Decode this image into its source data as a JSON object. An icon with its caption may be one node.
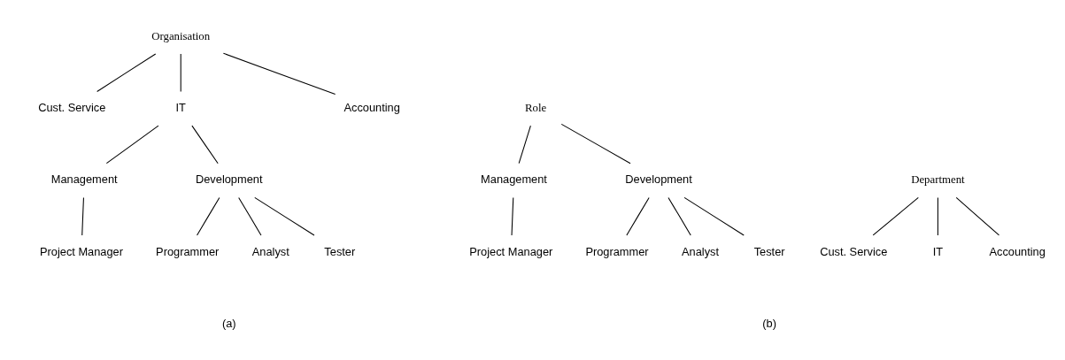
{
  "diagram": {
    "nodes": [
      {
        "text": [
          "Organisation"
        ]
      },
      {
        "text": [
          "Cust. Service"
        ]
      },
      {
        "text": [
          "IT"
        ]
      },
      {
        "text": [
          "Accounting"
        ]
      },
      {
        "text": [
          "Management"
        ]
      },
      {
        "text": [
          "Development"
        ]
      },
      {
        "text": [
          "Project Manager"
        ]
      },
      {
        "text": [
          "Programmer"
        ]
      },
      {
        "text": [
          "Analyst"
        ]
      },
      {
        "text": [
          "Tester"
        ]
      },
      {
        "text": [
          "Role"
        ]
      },
      {
        "text": [
          "Management"
        ]
      },
      {
        "text": [
          "Development"
        ]
      },
      {
        "text": [
          "Project Manager"
        ]
      },
      {
        "text": [
          "Programmer"
        ]
      },
      {
        "text": [
          "Analyst"
        ]
      },
      {
        "text": [
          "Tester"
        ]
      },
      {
        "text": [
          "Department"
        ]
      },
      {
        "text": [
          "Cust. Service"
        ]
      },
      {
        "text": [
          "IT"
        ]
      },
      {
        "text": [
          "Accounting"
        ]
      }
    ],
    "edges": [
      {
        "from": 0,
        "to": 1,
        "arrow": "none"
      },
      {
        "from": 0,
        "to": 2,
        "arrow": "none"
      },
      {
        "from": 0,
        "to": 3,
        "arrow": "none"
      },
      {
        "from": 2,
        "to": 4,
        "arrow": "none"
      },
      {
        "from": 2,
        "to": 5,
        "arrow": "none"
      },
      {
        "from": 4,
        "to": 6,
        "arrow": "none"
      },
      {
        "from": 5,
        "to": 7,
        "arrow": "none"
      },
      {
        "from": 5,
        "to": 8,
        "arrow": "none"
      },
      {
        "from": 5,
        "to": 9,
        "arrow": "none"
      },
      {
        "from": 10,
        "to": 11,
        "arrow": "none"
      },
      {
        "from": 10,
        "to": 12,
        "arrow": "none"
      },
      {
        "from": 11,
        "to": 13,
        "arrow": "none"
      },
      {
        "from": 12,
        "to": 14,
        "arrow": "none"
      },
      {
        "from": 12,
        "to": 15,
        "arrow": "none"
      },
      {
        "from": 12,
        "to": 16,
        "arrow": "none"
      },
      {
        "from": 17,
        "to": 18,
        "arrow": "none"
      },
      {
        "from": 17,
        "to": 19,
        "arrow": "none"
      },
      {
        "from": 17,
        "to": 20,
        "arrow": "none"
      }
    ],
    "labels": [
      "(a)",
      "(b)"
    ]
  }
}
